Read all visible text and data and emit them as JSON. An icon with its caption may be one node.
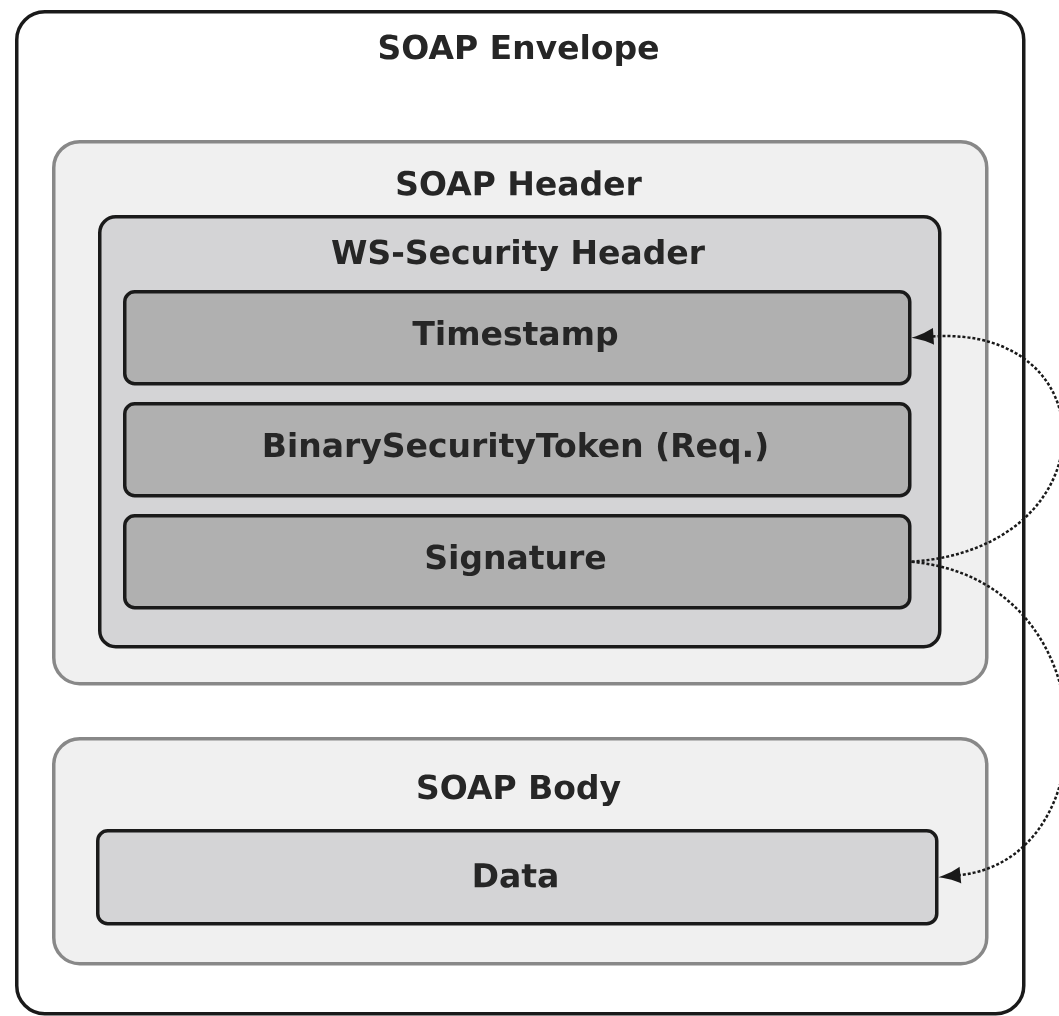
{
  "diagram": {
    "nodes": [
      {
        "text": [
          "SOAP Envelope"
        ]
      },
      {
        "text": [
          "SOAP Header"
        ],
        "in": 0
      },
      {
        "text": [
          "WS-Security Header"
        ],
        "in": 1
      },
      {
        "text": [
          "Timestamp"
        ],
        "in": 2
      },
      {
        "text": [
          "BinarySecurityToken (Req.)"
        ],
        "in": 2
      },
      {
        "text": [
          "Signature"
        ],
        "in": 2
      },
      {
        "text": [
          "SOAP Body"
        ],
        "in": 0
      },
      {
        "text": [
          "Data"
        ],
        "in": 6
      }
    ],
    "edges": [
      {
        "from": 5,
        "to": 3,
        "arrow": "to",
        "style": "dashed"
      },
      {
        "from": 5,
        "to": 7,
        "arrow": "to",
        "style": "dashed"
      }
    ]
  }
}
